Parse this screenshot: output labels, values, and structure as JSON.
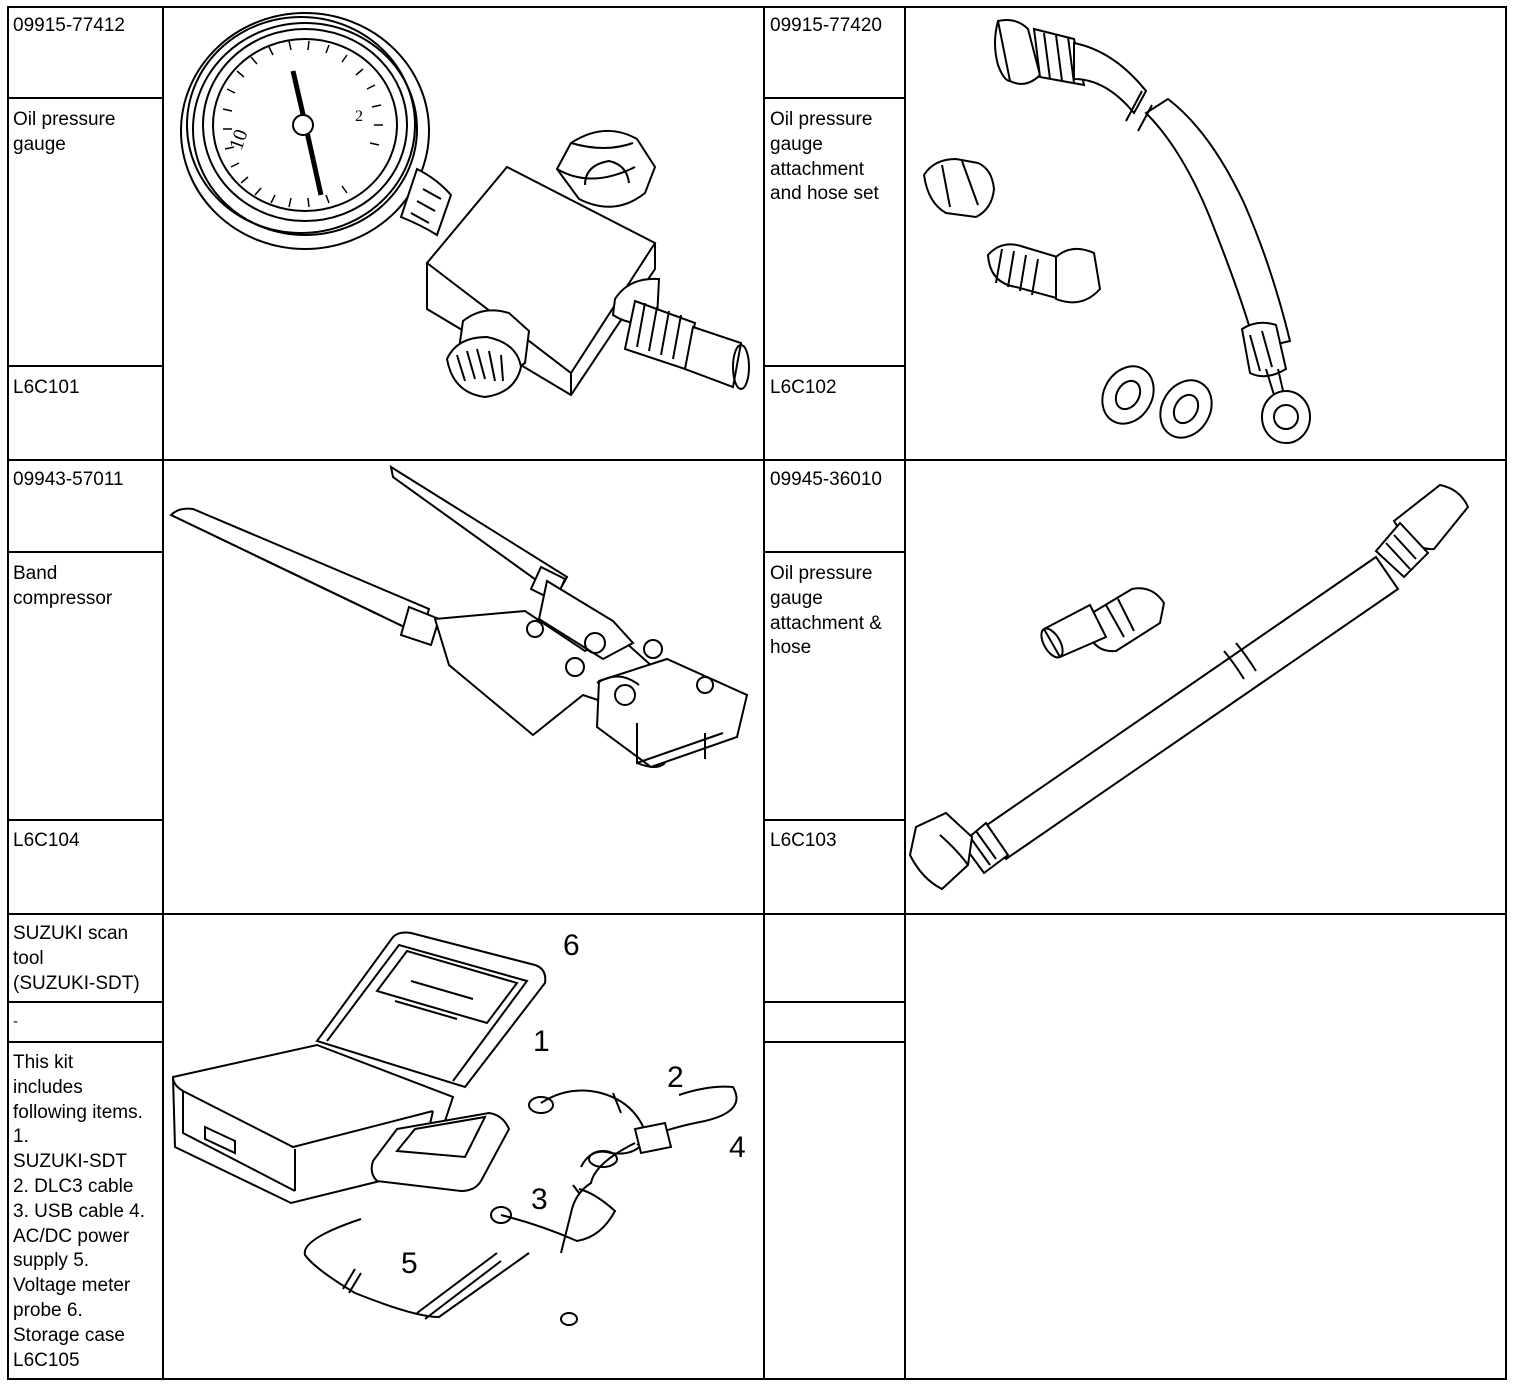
{
  "tools": [
    {
      "part_number": "09915-77412",
      "name": "Oil pressure\ngauge",
      "illustration_code": "L6C101",
      "illustration": "oil-pressure-gauge-drawing"
    },
    {
      "part_number": "09915-77420",
      "name": "Oil pressure\ngauge\nattachment\nand hose set",
      "illustration_code": "L6C102",
      "illustration": "gauge-attachment-and-hose-set-drawing"
    },
    {
      "part_number": "09943-57011",
      "name": "Band\ncompressor",
      "illustration_code": "L6C104",
      "illustration": "band-compressor-drawing"
    },
    {
      "part_number": "09945-36010",
      "name": "Oil pressure\ngauge\nattachment &\nhose",
      "illustration_code": "L6C103",
      "illustration": "gauge-attachment-hose-drawing"
    },
    {
      "part_number": "",
      "name": "SUZUKI scan\ntool\n(SUZUKI-SDT)",
      "dash": "-",
      "description": "This kit\nincludes\nfollowing items.\n1.\nSUZUKI-SDT\n2. DLC3 cable\n3. USB cable 4.\nAC/DC power\nsupply 5.\nVoltage meter\nprobe 6.\nStorage case\nL6C105",
      "illustration": "scan-tool-kit-drawing",
      "callouts": [
        "1",
        "2",
        "3",
        "4",
        "5",
        "6"
      ]
    }
  ]
}
